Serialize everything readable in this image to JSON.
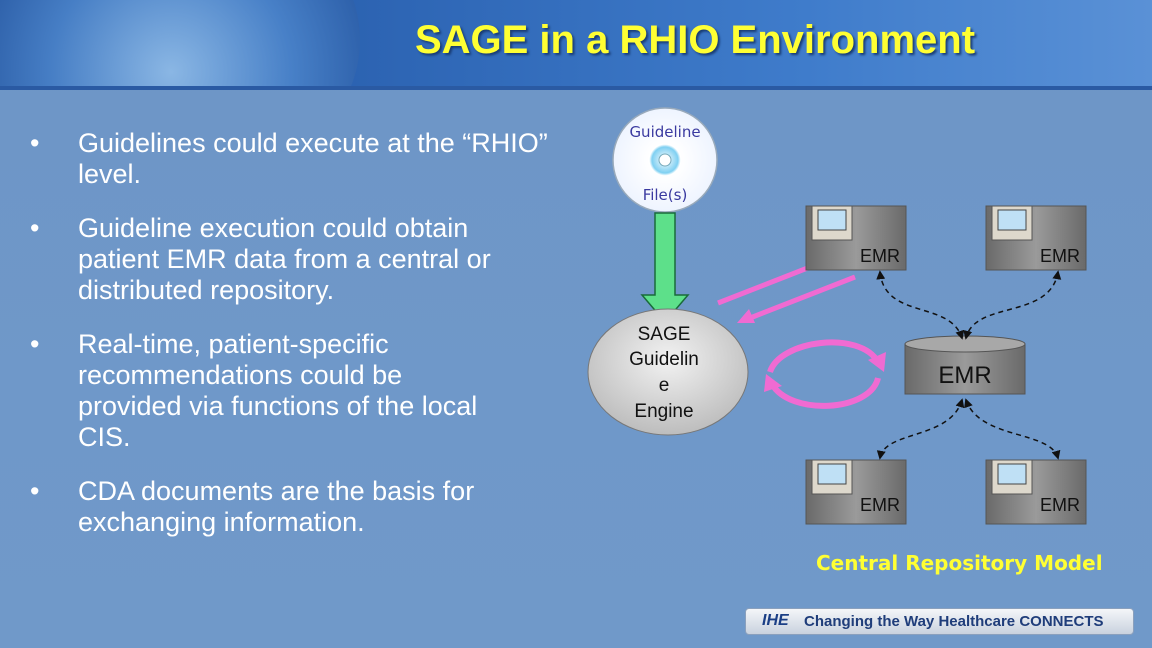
{
  "slide": {
    "title": "SAGE in a RHIO Environment",
    "bullets": [
      {
        "marker": "•",
        "text": "Guidelines could execute at the “RHIO” level."
      },
      {
        "marker": "•",
        "text": "Guideline execution could obtain patient EMR data from a central or distributed repository."
      },
      {
        "marker": "•",
        "text": "Real-time, patient-specific recommendations could be provided via functions of the local CIS."
      },
      {
        "marker": "•",
        "text": "CDA documents are the basis for exchanging information."
      }
    ]
  },
  "diagram": {
    "disc_top_label": "Guideline",
    "disc_bottom_label": "File(s)",
    "engine_lines": [
      "SAGE",
      "Guidelin",
      "e",
      "Engine"
    ],
    "emr_top_left": "EMR",
    "emr_top_right": "EMR",
    "emr_central": "EMR",
    "emr_bottom_left": "EMR",
    "emr_bottom_right": "EMR",
    "caption": "Central Repository Model"
  },
  "footer": {
    "logo": "IHE",
    "tagline": "Changing the Way Healthcare CONNECTS"
  },
  "colors": {
    "title": "#ffff33",
    "arrow_down": "#5de08a",
    "arrow_pink": "#f06bd2",
    "engine_fill": "#d8d8d8",
    "emr_fill": "#888888"
  }
}
